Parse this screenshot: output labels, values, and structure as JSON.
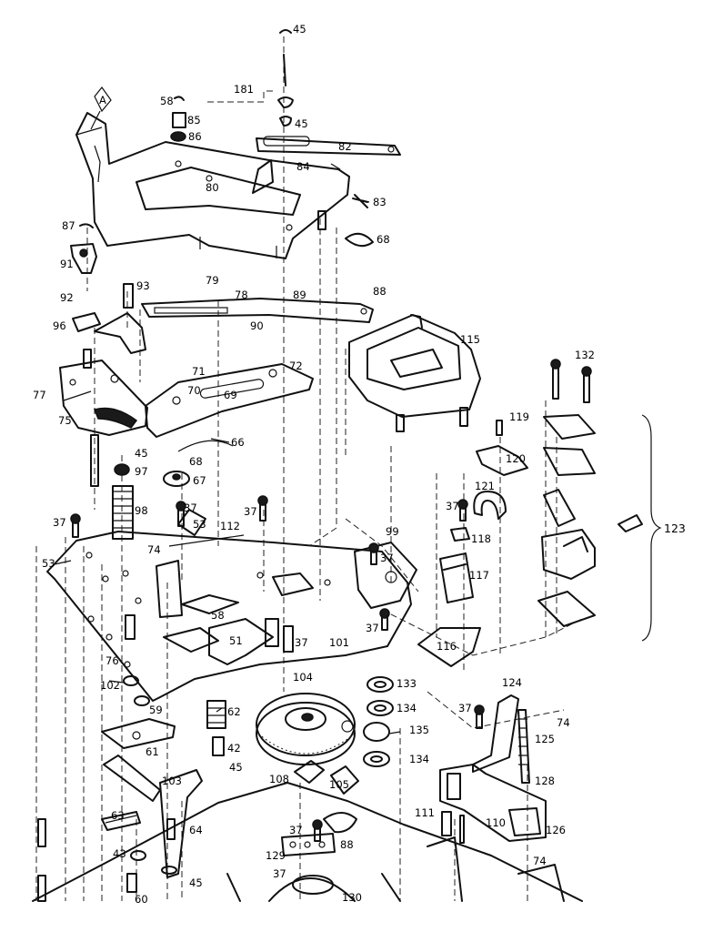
{
  "diagram": {
    "flag": "A",
    "bracket_label": "123",
    "callouts": [
      {
        "id": "c45a",
        "text": "45"
      },
      {
        "id": "c181",
        "text": "181"
      },
      {
        "id": "c58a",
        "text": "58"
      },
      {
        "id": "c85",
        "text": "85"
      },
      {
        "id": "c45b",
        "text": "45"
      },
      {
        "id": "c86",
        "text": "86"
      },
      {
        "id": "c82",
        "text": "82"
      },
      {
        "id": "c84",
        "text": "84"
      },
      {
        "id": "c80a",
        "text": "80"
      },
      {
        "id": "c83",
        "text": "83"
      },
      {
        "id": "c87",
        "text": "87"
      },
      {
        "id": "c68a",
        "text": "68"
      },
      {
        "id": "c91",
        "text": "91"
      },
      {
        "id": "c93",
        "text": "93"
      },
      {
        "id": "c79",
        "text": "79"
      },
      {
        "id": "c78",
        "text": "78"
      },
      {
        "id": "c89",
        "text": "89"
      },
      {
        "id": "c88a",
        "text": "88"
      },
      {
        "id": "c92",
        "text": "92"
      },
      {
        "id": "c96",
        "text": "96"
      },
      {
        "id": "c90",
        "text": "90"
      },
      {
        "id": "c115",
        "text": "115"
      },
      {
        "id": "c132",
        "text": "132"
      },
      {
        "id": "c71",
        "text": "71"
      },
      {
        "id": "c72",
        "text": "72"
      },
      {
        "id": "c70",
        "text": "70"
      },
      {
        "id": "c69",
        "text": "69"
      },
      {
        "id": "c77",
        "text": "77"
      },
      {
        "id": "c75",
        "text": "75"
      },
      {
        "id": "c119",
        "text": "119"
      },
      {
        "id": "c66",
        "text": "66"
      },
      {
        "id": "c45c",
        "text": "45"
      },
      {
        "id": "c68b",
        "text": "68"
      },
      {
        "id": "c120",
        "text": "120"
      },
      {
        "id": "c97",
        "text": "97"
      },
      {
        "id": "c67",
        "text": "67"
      },
      {
        "id": "c121",
        "text": "121"
      },
      {
        "id": "c98",
        "text": "98"
      },
      {
        "id": "c37a",
        "text": "37"
      },
      {
        "id": "c37b",
        "text": "37"
      },
      {
        "id": "c37c",
        "text": "37"
      },
      {
        "id": "c37d",
        "text": "37"
      },
      {
        "id": "c53a",
        "text": "53"
      },
      {
        "id": "c112",
        "text": "112"
      },
      {
        "id": "c99",
        "text": "99"
      },
      {
        "id": "c118",
        "text": "118"
      },
      {
        "id": "c53b",
        "text": "53"
      },
      {
        "id": "c74a",
        "text": "74"
      },
      {
        "id": "c37e",
        "text": "37"
      },
      {
        "id": "c117",
        "text": "117"
      },
      {
        "id": "c58b",
        "text": "58"
      },
      {
        "id": "c37f",
        "text": "37"
      },
      {
        "id": "c51",
        "text": "51"
      },
      {
        "id": "c37g",
        "text": "37"
      },
      {
        "id": "c101",
        "text": "101"
      },
      {
        "id": "c116",
        "text": "116"
      },
      {
        "id": "c76",
        "text": "76"
      },
      {
        "id": "c104",
        "text": "104"
      },
      {
        "id": "c102",
        "text": "102"
      },
      {
        "id": "c133",
        "text": "133"
      },
      {
        "id": "c124",
        "text": "124"
      },
      {
        "id": "c59",
        "text": "59"
      },
      {
        "id": "c62",
        "text": "62"
      },
      {
        "id": "c134a",
        "text": "134"
      },
      {
        "id": "c37h",
        "text": "37"
      },
      {
        "id": "c74b",
        "text": "74"
      },
      {
        "id": "c135",
        "text": "135"
      },
      {
        "id": "c61",
        "text": "61"
      },
      {
        "id": "c42",
        "text": "42"
      },
      {
        "id": "c134b",
        "text": "134"
      },
      {
        "id": "c125",
        "text": "125"
      },
      {
        "id": "c45d",
        "text": "45"
      },
      {
        "id": "c103",
        "text": "103"
      },
      {
        "id": "c108",
        "text": "108"
      },
      {
        "id": "c105",
        "text": "105"
      },
      {
        "id": "c128",
        "text": "128"
      },
      {
        "id": "c111",
        "text": "111"
      },
      {
        "id": "c110",
        "text": "110"
      },
      {
        "id": "c63",
        "text": "63"
      },
      {
        "id": "c64",
        "text": "64"
      },
      {
        "id": "c37i",
        "text": "37"
      },
      {
        "id": "c126",
        "text": "126"
      },
      {
        "id": "c88b",
        "text": "88"
      },
      {
        "id": "c43",
        "text": "43"
      },
      {
        "id": "c129",
        "text": "129"
      },
      {
        "id": "c74c",
        "text": "74"
      },
      {
        "id": "c37j",
        "text": "37"
      },
      {
        "id": "c45e",
        "text": "45"
      },
      {
        "id": "c60",
        "text": "60"
      },
      {
        "id": "c130",
        "text": "130"
      }
    ]
  }
}
